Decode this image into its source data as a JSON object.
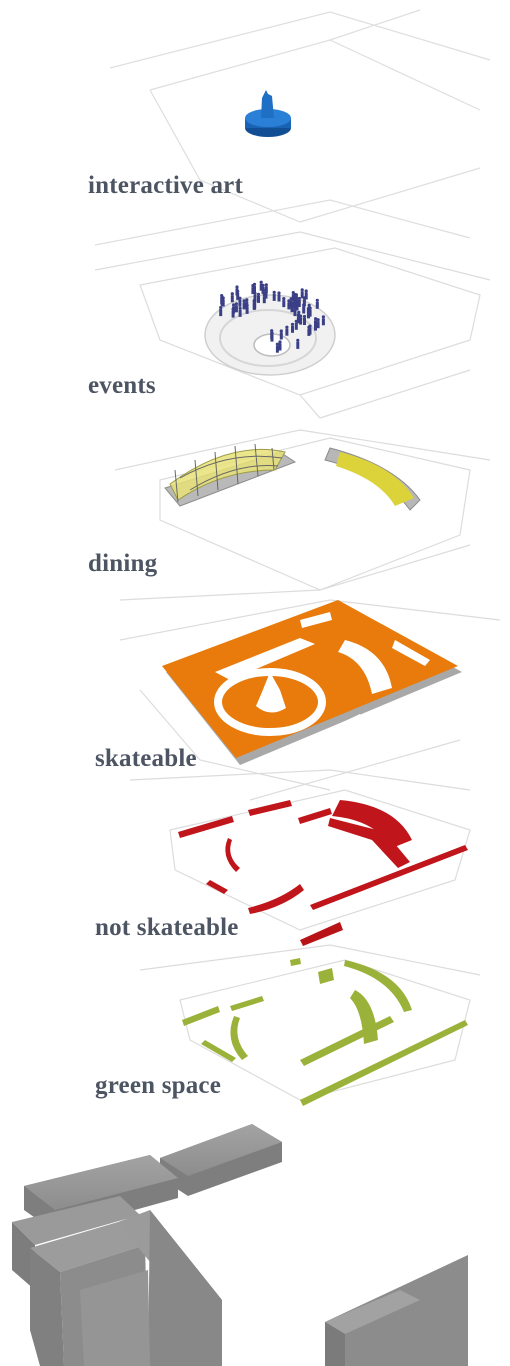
{
  "layers": [
    {
      "id": "interactive-art",
      "label": "interactive art",
      "color": "#1f6fc4"
    },
    {
      "id": "events",
      "label": "events",
      "color": "#3b3f86"
    },
    {
      "id": "dining",
      "label": "dining",
      "color": "#e3db3c"
    },
    {
      "id": "skateable",
      "label": "skateable",
      "color": "#e87b0c"
    },
    {
      "id": "not-skateable",
      "label": "not skateable",
      "color": "#c0161b"
    },
    {
      "id": "green-space",
      "label": "green space",
      "color": "#9bb23a"
    }
  ],
  "context": {
    "buildings_color": "#8f8f8f"
  }
}
